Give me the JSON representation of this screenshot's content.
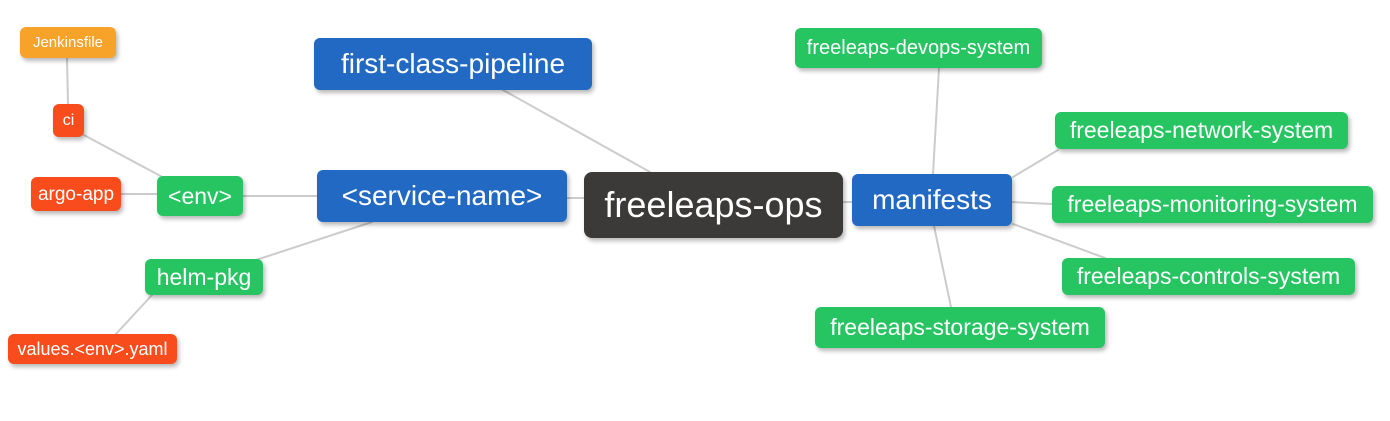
{
  "colors": {
    "blue": "#2269c3",
    "green": "#27c462",
    "orange": "#f7a228",
    "red": "#f94c1c",
    "dark": "#3b3a39",
    "edge_line": "#cccccc",
    "background": "#ffffff",
    "text": "#ffffff"
  },
  "nodes": [
    {
      "id": "jenkinsfile",
      "label": "Jenkinsfile",
      "color": "orange"
    },
    {
      "id": "ci",
      "label": "ci",
      "color": "red"
    },
    {
      "id": "argo-app",
      "label": "argo-app",
      "color": "red"
    },
    {
      "id": "env",
      "label": "<env>",
      "color": "green"
    },
    {
      "id": "helm-pkg",
      "label": "helm-pkg",
      "color": "green"
    },
    {
      "id": "values-env-yaml",
      "label": "values.<env>.yaml",
      "color": "red"
    },
    {
      "id": "first-class-pipeline",
      "label": "first-class-pipeline",
      "color": "blue"
    },
    {
      "id": "service-name",
      "label": "<service-name>",
      "color": "blue"
    },
    {
      "id": "freeleaps-ops",
      "label": "freeleaps-ops",
      "color": "dark"
    },
    {
      "id": "manifests",
      "label": "manifests",
      "color": "blue"
    },
    {
      "id": "freeleaps-devops-system",
      "label": "freeleaps-devops-system",
      "color": "green"
    },
    {
      "id": "freeleaps-network-system",
      "label": "freeleaps-network-system",
      "color": "green"
    },
    {
      "id": "freeleaps-monitoring-system",
      "label": "freeleaps-monitoring-system",
      "color": "green"
    },
    {
      "id": "freeleaps-controls-system",
      "label": "freeleaps-controls-system",
      "color": "green"
    },
    {
      "id": "freeleaps-storage-system",
      "label": "freeleaps-storage-system",
      "color": "green"
    }
  ],
  "edges": [
    {
      "from": "ci",
      "to": "jenkinsfile"
    },
    {
      "from": "env",
      "to": "ci"
    },
    {
      "from": "env",
      "to": "argo-app"
    },
    {
      "from": "service-name",
      "to": "env"
    },
    {
      "from": "service-name",
      "to": "helm-pkg"
    },
    {
      "from": "helm-pkg",
      "to": "values-env-yaml"
    },
    {
      "from": "freeleaps-ops",
      "to": "first-class-pipeline"
    },
    {
      "from": "freeleaps-ops",
      "to": "service-name"
    },
    {
      "from": "freeleaps-ops",
      "to": "manifests"
    },
    {
      "from": "manifests",
      "to": "freeleaps-devops-system"
    },
    {
      "from": "manifests",
      "to": "freeleaps-network-system"
    },
    {
      "from": "manifests",
      "to": "freeleaps-monitoring-system"
    },
    {
      "from": "manifests",
      "to": "freeleaps-controls-system"
    },
    {
      "from": "manifests",
      "to": "freeleaps-storage-system"
    }
  ]
}
